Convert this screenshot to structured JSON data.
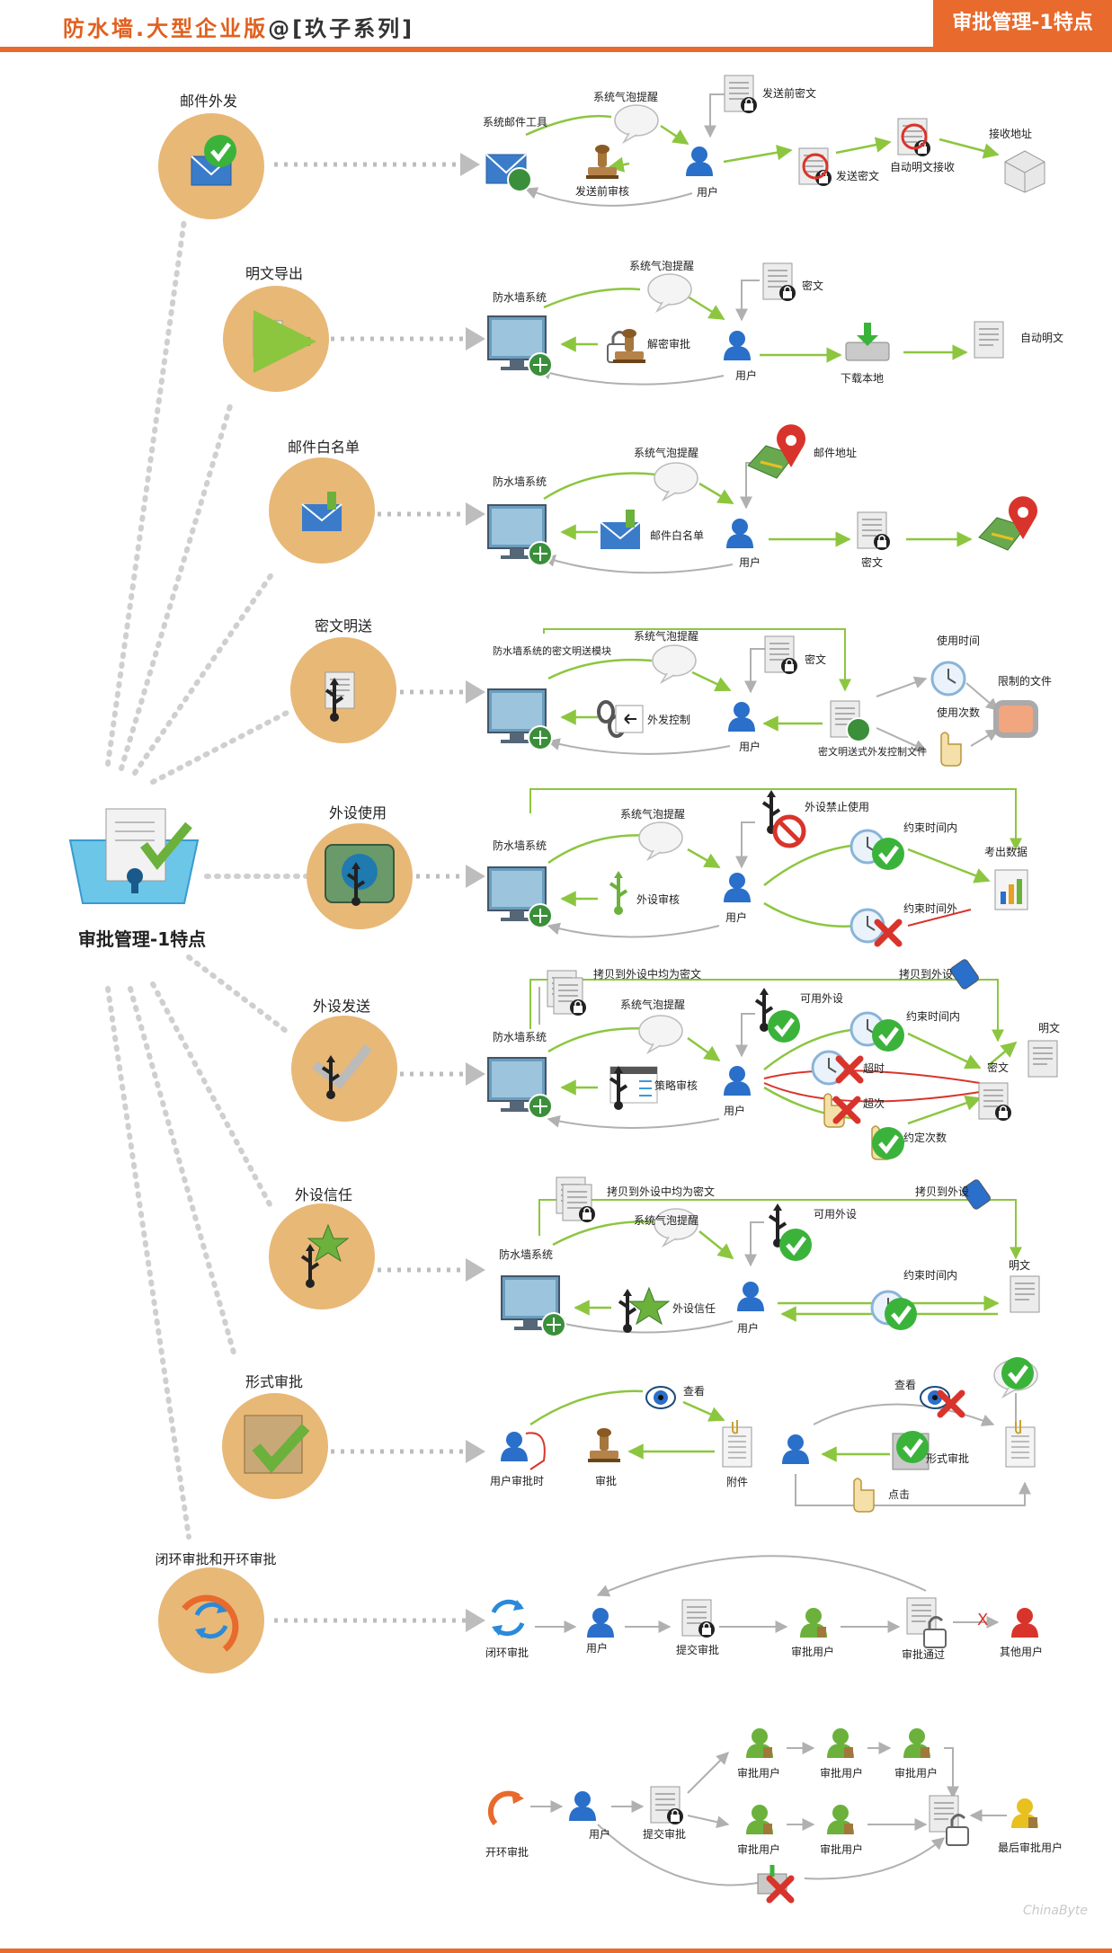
{
  "header": {
    "title_main": "防水墙.大型企业版",
    "title_at": "@",
    "title_series": "[玖子系列]",
    "badge": "审批管理-1特点"
  },
  "center": {
    "label": "审批管理-1特点"
  },
  "colors": {
    "accent": "#e86a2c",
    "circle": "#e8b877",
    "green": "#8cc63f",
    "gray": "#bdbdbd",
    "blue": "#2a6fc9",
    "red": "#d9342b"
  },
  "features": [
    {
      "label": "邮件外发"
    },
    {
      "label": "明文导出"
    },
    {
      "label": "邮件白名单"
    },
    {
      "label": "密文明送"
    },
    {
      "label": "外设使用"
    },
    {
      "label": "外设发送"
    },
    {
      "label": "外设信任"
    },
    {
      "label": "形式审批"
    },
    {
      "label": "闭环审批和开环审批"
    }
  ],
  "labels": {
    "bubble": "系统气泡提醒",
    "user": "用户",
    "firewall": "防水墙系统",
    "cipher": "密文",
    "plain": "明文",
    "r1_tool": "系统邮件工具",
    "r1_stamp": "发送前审核",
    "r1_sendcipher": "发送前密文",
    "r1_send": "发送密文",
    "r1_auto": "自动明文接收",
    "r1_recv": "接收地址",
    "r2_decrypt": "解密审批",
    "r2_download": "下载本地",
    "r2_autoplain": "自动明文",
    "r3_mail": "邮件白名单",
    "r3_addr": "邮件地址",
    "r4_module": "防水墙系统的密文明送模块",
    "r4_ctrl": "外发控制",
    "r4_file": "密文明送式外发控制文件",
    "r4_time": "使用时间",
    "r4_count": "使用次数",
    "r4_limit": "限制的文件",
    "r5_ban": "外设禁止使用",
    "r5_audit": "外设审核",
    "r5_in": "约束时间内",
    "r5_out": "约束时间外",
    "r5_copy": "考出数据",
    "r6_copy_note": "拷贝到外设中均为密文",
    "r6_copy_dev": "拷贝到外设",
    "r6_usable": "可用外设",
    "r6_policy": "策略审核",
    "r6_in": "约束时间内",
    "r6_overtime": "超时",
    "r6_overcount": "超次",
    "r6_fixcount": "约定次数",
    "r7_trust": "外设信任",
    "r7_in": "约束时间内",
    "r8_view": "查看",
    "r8_user_approve": "用户审批时",
    "r8_approve": "审批",
    "r8_attach": "附件",
    "r8_formal": "形式审批",
    "r8_click": "点击",
    "r9_closed": "闭环审批",
    "r9_submit": "提交审批",
    "r9_approver": "审批用户",
    "r9_pass": "审批通过",
    "r9_other": "其他用户",
    "r9_x": "X",
    "r10_open": "开环审批",
    "r10_last": "最后审批用户"
  },
  "watermark": "ChinaByte"
}
